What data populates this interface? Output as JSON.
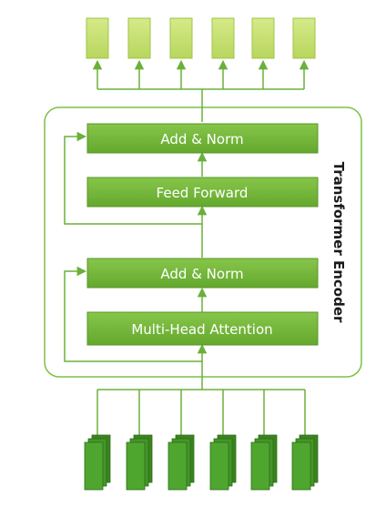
{
  "encoder": {
    "title": "Transformer Encoder"
  },
  "blocks": {
    "add_norm_top": "Add & Norm",
    "feed_forward": "Feed Forward",
    "add_norm_bottom": "Add & Norm",
    "multi_head_attention": "Multi-Head Attention"
  },
  "output_token_count": 6,
  "input_token_count": 6,
  "colors": {
    "encoder_border": "#7dc143",
    "block_fill": "#74b83a",
    "block_shadow": "#5a9528",
    "output_token_fill": "#c8e07a",
    "output_token_border": "#9fc448",
    "input_token_front": "#4fa62f",
    "input_token_back": "#3a8420",
    "connector": "#6ab03a"
  }
}
